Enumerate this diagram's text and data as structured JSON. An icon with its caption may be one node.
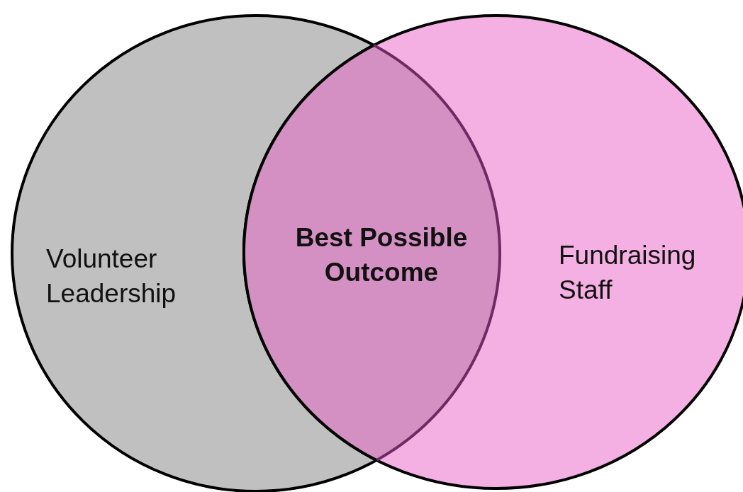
{
  "diagram": {
    "nodes": [
      {
        "text": [
          "Volunteer Leadership"
        ]
      },
      {
        "text": [
          "Fundraising Staff"
        ]
      },
      {
        "text": [
          "Best Possible Outcome"
        ]
      }
    ]
  }
}
